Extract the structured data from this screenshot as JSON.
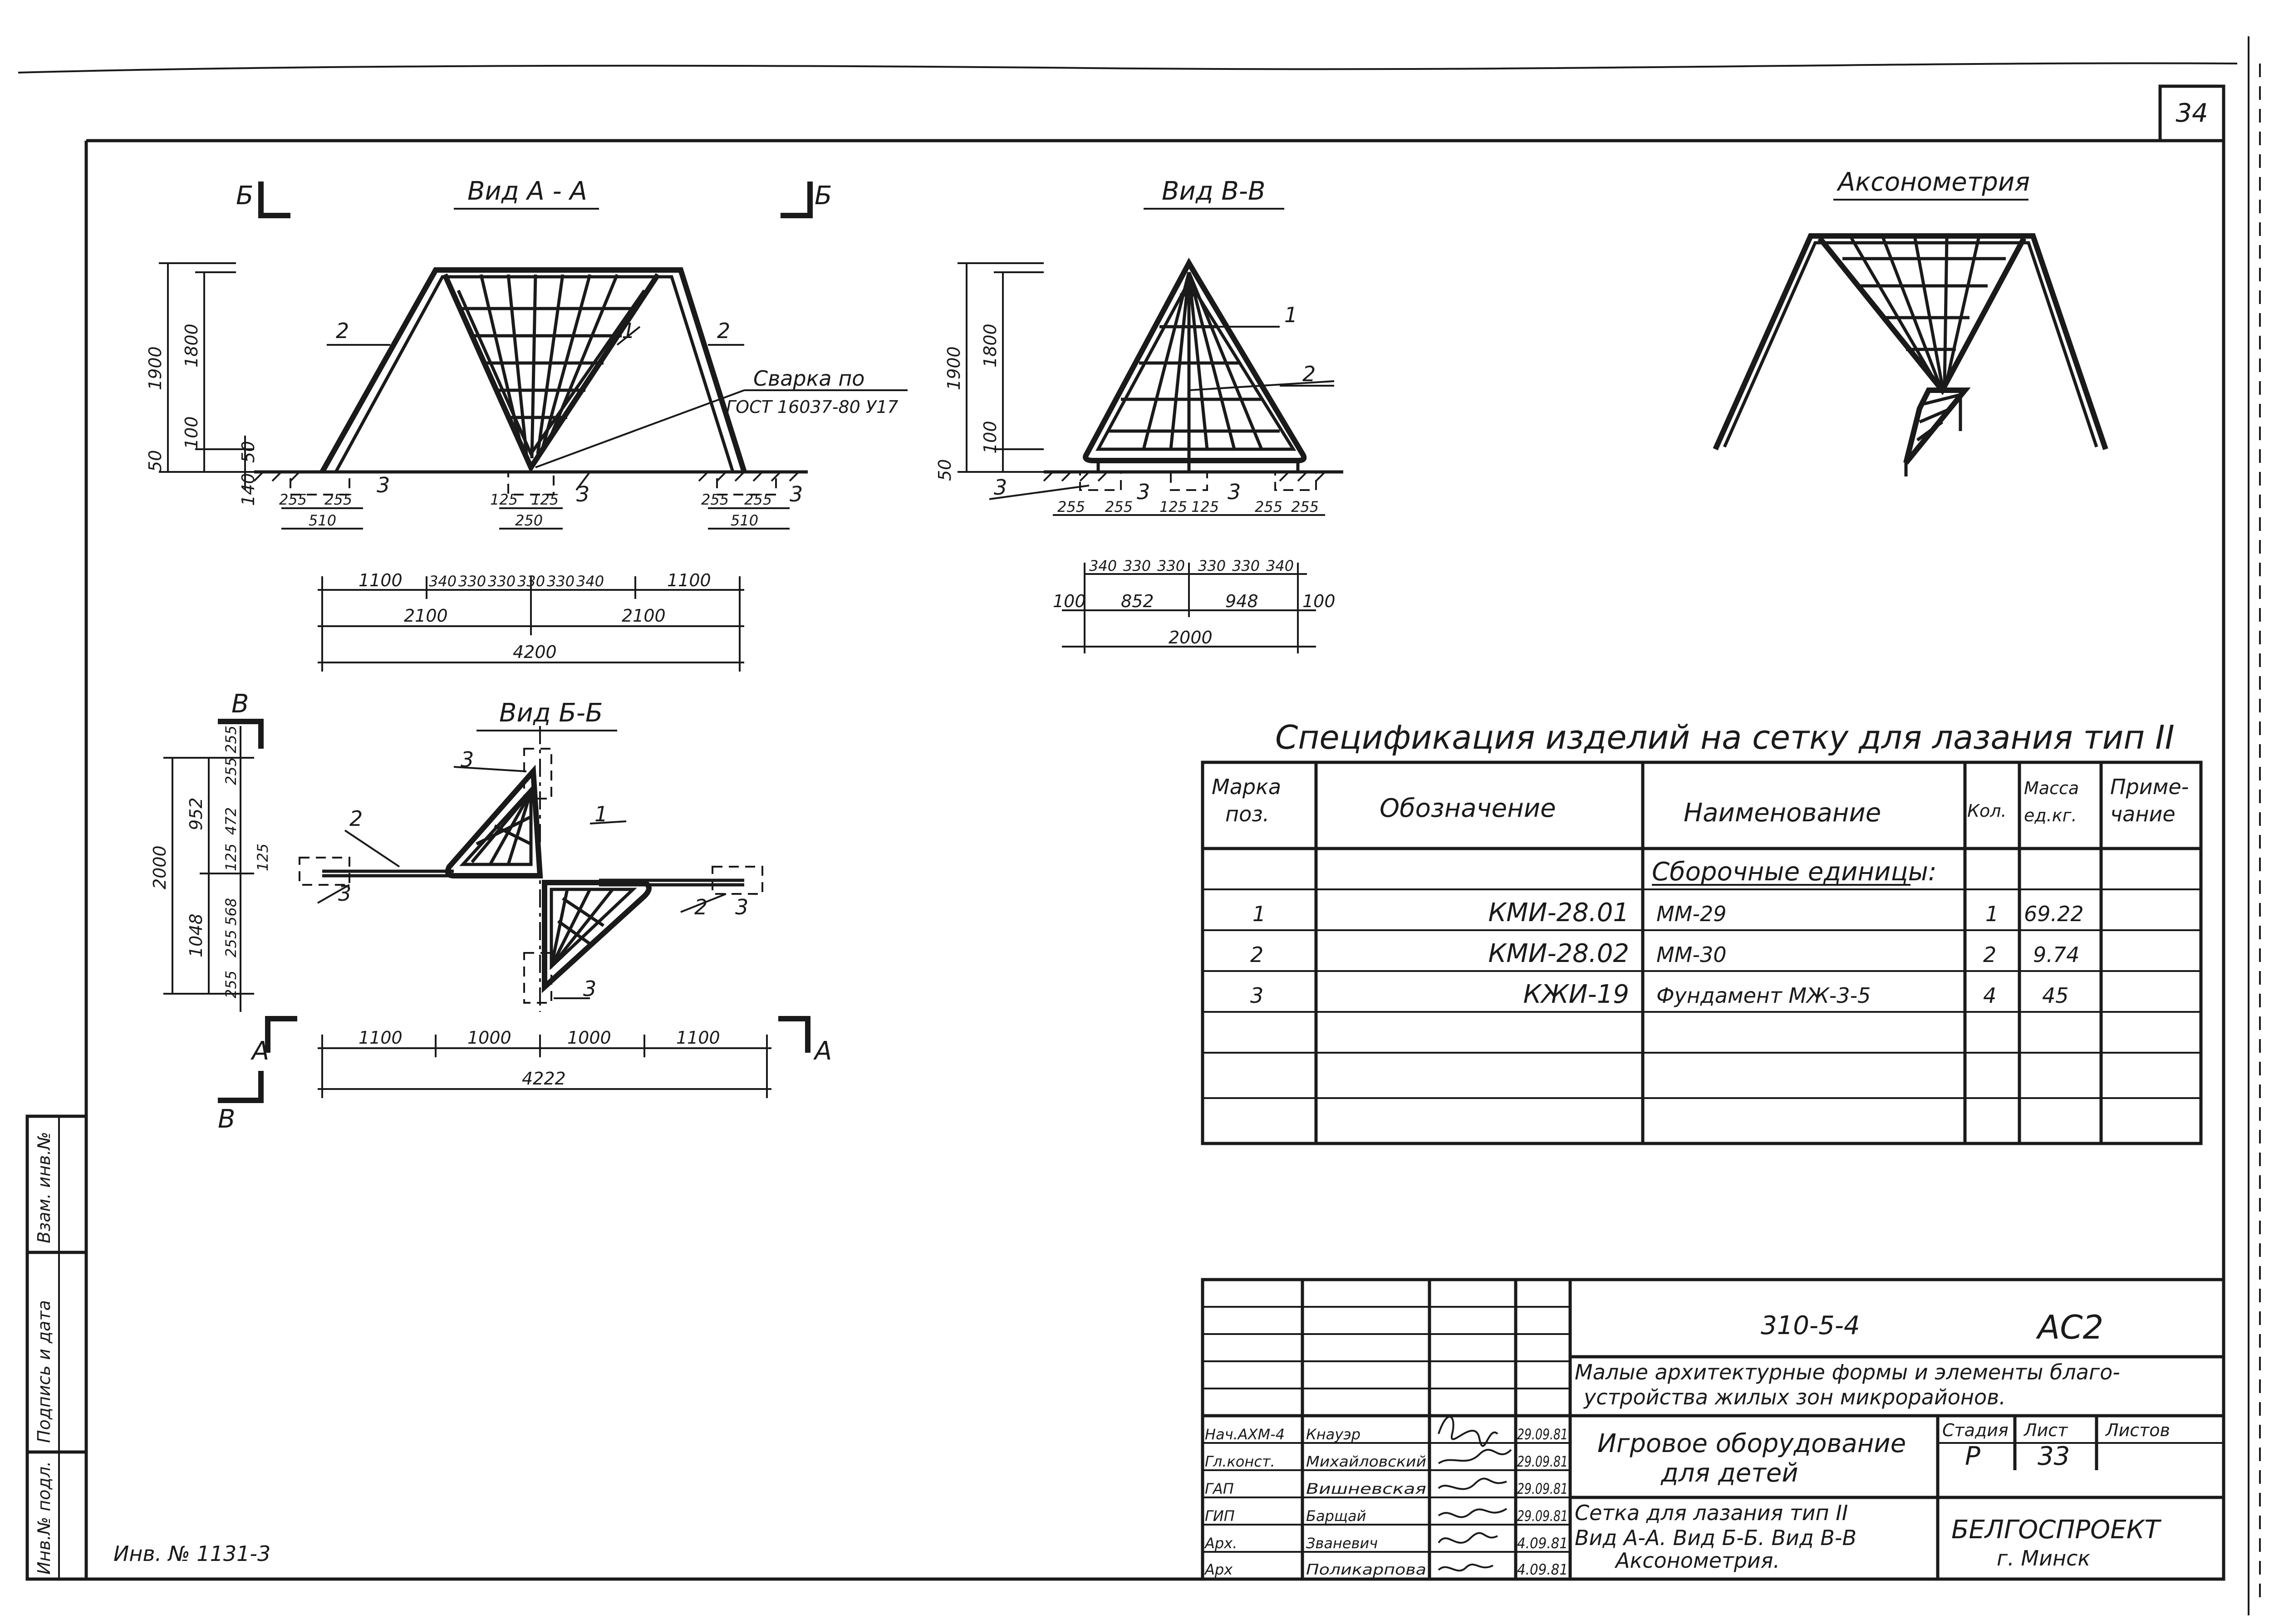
{
  "sheet_number": "34",
  "views": {
    "view_aa": {
      "title": "Вид А - А",
      "section_mark": "Б",
      "labels": {
        "frame": "1",
        "support": "2",
        "foundation": "3"
      },
      "weld_note_line1": "Сварка по",
      "weld_note_line2": "ГОСТ 16037-80 У17",
      "dims": {
        "h1900": "1900",
        "h1800": "1800",
        "h100": "100",
        "h50": "50",
        "h50b": "50",
        "h140": "140",
        "d255": "255",
        "d510": "510",
        "d125": "125",
        "d250": "250",
        "d1100": "1100",
        "d340": "340",
        "d330": "330",
        "d2100": "2100",
        "d4200": "4200"
      }
    },
    "view_vv": {
      "title": "Вид В-В",
      "labels": {
        "frame": "1",
        "support": "2",
        "foundation": "3"
      },
      "dims": {
        "h1900": "1900",
        "h1800": "1800",
        "h100": "100",
        "h50": "50",
        "d255": "255",
        "d125": "125",
        "d340": "340",
        "d330": "330",
        "d100": "100",
        "d852": "852",
        "d948": "948",
        "d2000": "2000"
      }
    },
    "view_bb": {
      "title": "Вид Б-Б",
      "section_marks": {
        "v": "В",
        "a": "А"
      },
      "labels": {
        "frame": "1",
        "support": "2",
        "foundation": "3"
      },
      "dims": {
        "v2000": "2000",
        "v952": "952",
        "v1048": "1048",
        "v255": "255",
        "v472": "472",
        "v125": "125",
        "v568": "568",
        "d1100": "1100",
        "d1000": "1000",
        "d4222": "4222"
      }
    },
    "axonometry": {
      "title": "Аксонометрия"
    }
  },
  "spec": {
    "title": "Спецификация изделий на сетку для лазания тип II",
    "headers": {
      "pos_line1": "Марка",
      "pos_line2": "поз.",
      "designation": "Обозначение",
      "name": "Наименование",
      "qty": "Кол.",
      "mass_line1": "Масса",
      "mass_line2": "ед.кг.",
      "note_line1": "Приме-",
      "note_line2": "чание"
    },
    "group_heading": "Сборочные единицы:",
    "rows": [
      {
        "pos": "1",
        "designation": "КМИ-28.01",
        "name": "ММ-29",
        "qty": "1",
        "mass": "69.22",
        "note": ""
      },
      {
        "pos": "2",
        "designation": "КМИ-28.02",
        "name": "ММ-30",
        "qty": "2",
        "mass": "9.74",
        "note": ""
      },
      {
        "pos": "3",
        "designation": "КЖИ-19",
        "name": "Фундамент МЖ-3-5",
        "qty": "4",
        "mass": "45",
        "note": ""
      }
    ]
  },
  "title_block": {
    "code": "310-5-4",
    "mark": "АС2",
    "project_line1": "Малые архитектурные формы и элементы благо-",
    "project_line2": "устройства жилых зон микрорайонов.",
    "object_line1": "Игровое оборудование",
    "object_line2": "для детей",
    "stage_label": "Стадия",
    "sheet_label": "Лист",
    "sheets_label": "Листов",
    "stage": "Р",
    "sheet": "33",
    "drawing_line1": "Сетка для лазания тип II",
    "drawing_line2": "Вид А-А. Вид Б-Б. Вид В-В",
    "drawing_line3": "Аксонометрия.",
    "org": "БЕЛГОСПРОЕКТ",
    "city": "г. Минск",
    "signatures": [
      {
        "role": "Нач.АХМ-4",
        "name": "Кнауэр",
        "date": "29.09.81"
      },
      {
        "role": "Гл.конст.",
        "name": "Михайловский",
        "date": "29.09.81"
      },
      {
        "role": "ГАП",
        "name": "Вишневская",
        "date": "29.09.81"
      },
      {
        "role": "ГИП",
        "name": "Барщай",
        "date": "29.09.81"
      },
      {
        "role": "Арх.",
        "name": "Званевич",
        "date": "4.09.81"
      },
      {
        "role": "Арх",
        "name": "Поликарпова",
        "date": "4.09.81"
      }
    ]
  },
  "side_stamp": {
    "inv_orig": "Инв.№ подл.",
    "sign_date": "Подпись и дата",
    "replace_inv": "Взам. инв.№"
  },
  "inventory_number": "Инв. № 1131-3"
}
